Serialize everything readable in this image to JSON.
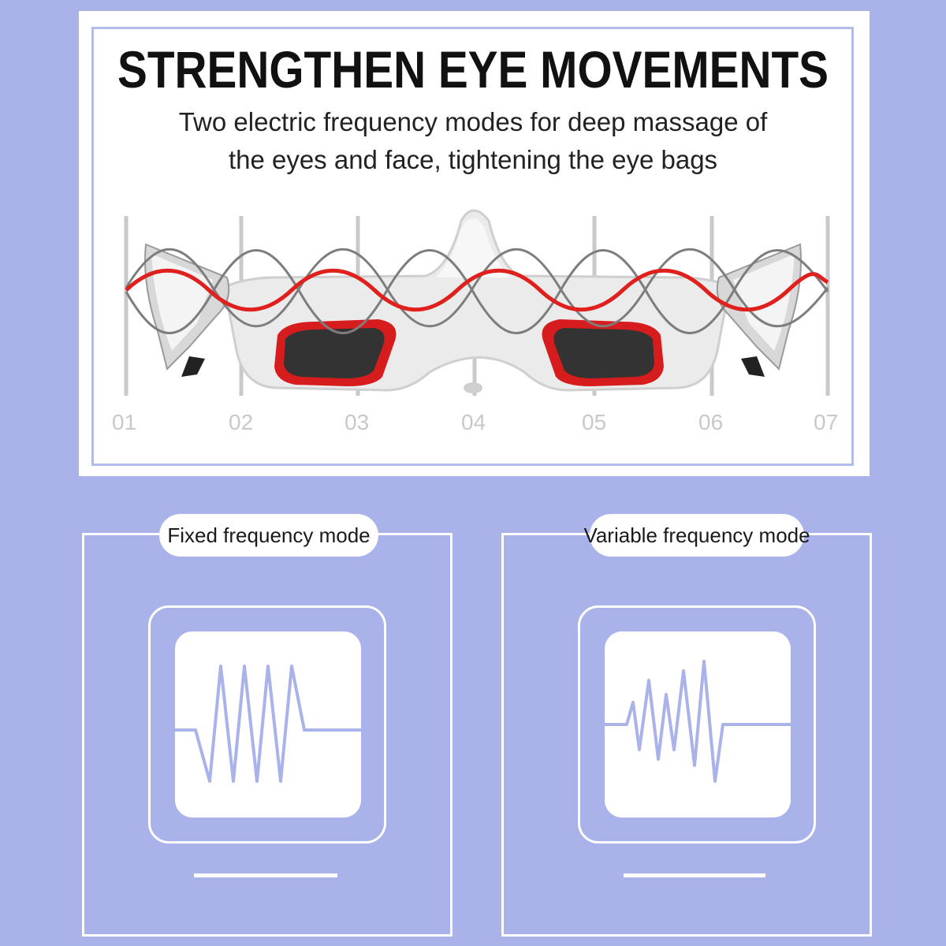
{
  "header": {
    "title": "STRENGTHEN EYE MOVEMENTS",
    "subtitle_line1": "Two electric frequency modes for deep massage of",
    "subtitle_line2": "the eyes and face, tightening the eye bags"
  },
  "position_markers": [
    "01",
    "02",
    "03",
    "04",
    "05",
    "06",
    "07"
  ],
  "modes": [
    {
      "label": "Fixed frequency mode",
      "icon": "pulse-wave-icon"
    },
    {
      "label": "Variable frequency mode",
      "icon": "pulse-wave-icon"
    }
  ],
  "colors": {
    "background": "#a9b3ea",
    "wave_red": "#e0201c",
    "wave_gray": "#8a8a8a",
    "pulse_line": "#a9b3ea"
  }
}
